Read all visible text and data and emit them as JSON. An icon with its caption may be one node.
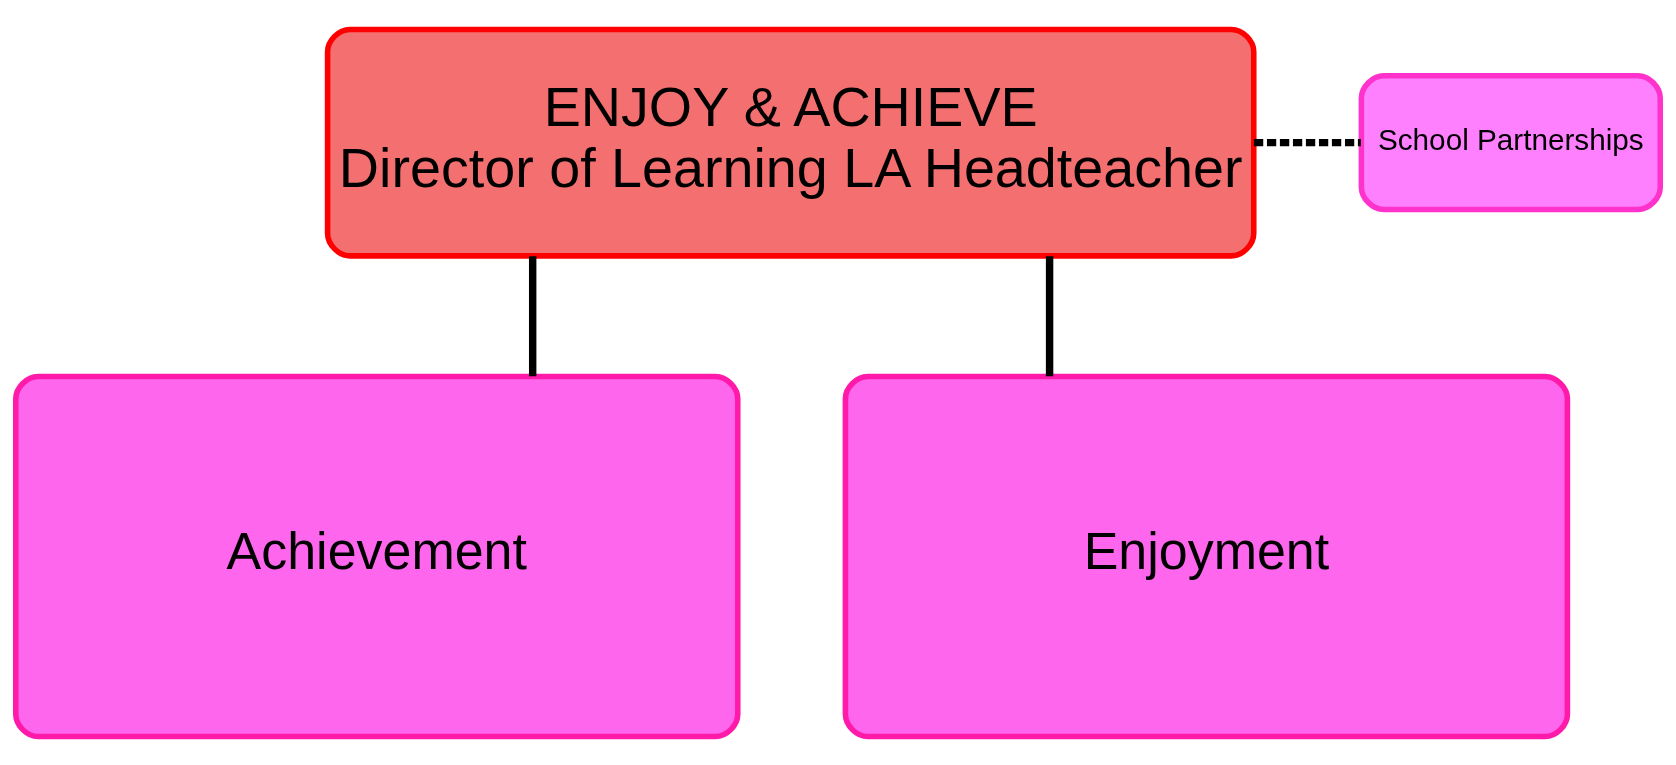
{
  "diagram": {
    "nodes": [
      {
        "text": [
          "ENJOY & ACHIEVE",
          "Director of Learning LA Headteacher"
        ]
      },
      {
        "text": [
          "School Partnerships"
        ]
      },
      {
        "text": [
          "Achievement"
        ]
      },
      {
        "text": [
          "Enjoyment"
        ]
      }
    ],
    "edges": [
      {
        "from": 0,
        "to": 1,
        "arrow": "none",
        "style": "dashed"
      },
      {
        "from": 0,
        "to": 2,
        "arrow": "none"
      },
      {
        "from": 0,
        "to": 3,
        "arrow": "none"
      }
    ]
  }
}
